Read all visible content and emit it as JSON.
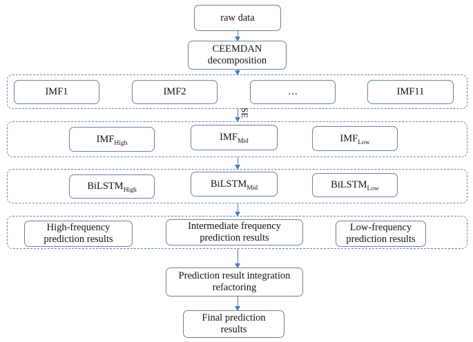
{
  "nodes": {
    "raw_data": "raw data",
    "ceemdan": [
      "CEEMDAN",
      "decomposition"
    ],
    "imfs": [
      "IMF1",
      "IMF2",
      "…",
      "IMF11"
    ],
    "se_label": "SE",
    "imf_groups": [
      {
        "base": "IMF",
        "sub": "High"
      },
      {
        "base": "IMF",
        "sub": "Mid"
      },
      {
        "base": "IMF",
        "sub": "Low"
      }
    ],
    "bilstm": [
      {
        "base": "BiLSTM",
        "sub": "High"
      },
      {
        "base": "BiLSTM",
        "sub": "Mid"
      },
      {
        "base": "BiLSTM",
        "sub": "Low"
      }
    ],
    "results": [
      [
        "High-frequency",
        "prediction results"
      ],
      [
        "Intermediate frequency",
        "prediction results"
      ],
      [
        "Low-frequency",
        "prediction results"
      ]
    ],
    "integration": [
      "Prediction result integration",
      "refactoring"
    ],
    "final": [
      "Final prediction",
      "results"
    ]
  },
  "colors": {
    "box_border": "#6a7f98",
    "group_border": "#5b7fbf",
    "arrow": "#4a78c2"
  }
}
